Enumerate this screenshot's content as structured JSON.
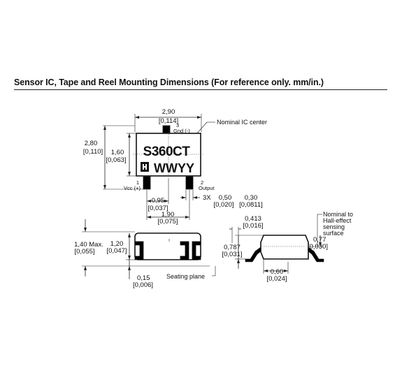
{
  "title": "Sensor IC, Tape and Reel Mounting Dimensions (For reference only. mm/in.)",
  "marking": {
    "line1": "S360CT",
    "line2": "WWYY"
  },
  "top_view": {
    "width": "2,90",
    "width_in": "[0,114]",
    "height": "2,80",
    "height_in": "[0,110]",
    "body_h": "1,60",
    "body_h_in": "[0,063]",
    "pitch": "0,95",
    "pitch_in": "[0,037]",
    "span": "1,90",
    "span_in": "[0,075]",
    "lead_count": "3X",
    "lead_w": "0,50",
    "lead_w_in": "[0,020]",
    "lead_w2": "0,30",
    "lead_w2_in": "[0,0811]",
    "nominal_center": "Nominal IC center",
    "pin1_num": "1",
    "pin1": "Vcc (+)",
    "pin2_num": "2",
    "pin2": "Output",
    "pin3_num": "3",
    "pin3": "Gnd (-)"
  },
  "side_view": {
    "max_h": "1,40 Max.",
    "max_h_in": "[0,055]",
    "h": "1,20",
    "h_in": "[0,047]",
    "standoff": "0,15",
    "standoff_in": "[0,006]",
    "seating_plane": "Seating plane"
  },
  "end_view": {
    "d1": "0,413",
    "d1_in": "[0,016]",
    "d2": "0,787",
    "d2_in": "[0,031]",
    "d3": "0,77",
    "d3_in": "[0,030]",
    "d4": "0,60",
    "d4_in": "[0,024]",
    "note_l1": "Nominal to",
    "note_l2": "Hall-effect",
    "note_l3": "sensing",
    "note_l4": "surface"
  }
}
